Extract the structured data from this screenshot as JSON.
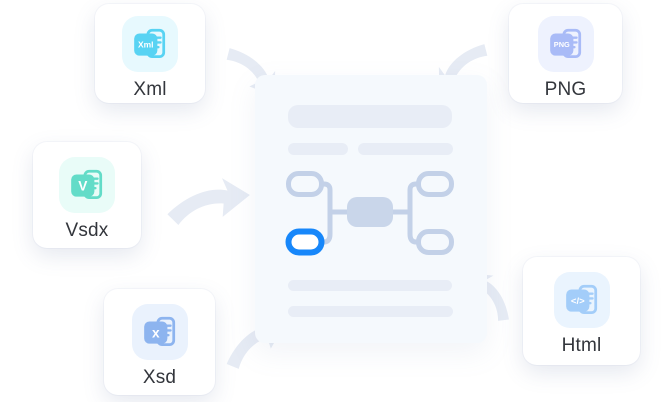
{
  "cards": [
    {
      "id": "xml",
      "label": "Xml",
      "icon_text": "Xml",
      "tile_bg": "#e7f9fe",
      "icon_color": "#58d3f3"
    },
    {
      "id": "png",
      "label": "PNG",
      "icon_text": "PNG",
      "tile_bg": "#eef2fe",
      "icon_color": "#a9bbf7"
    },
    {
      "id": "vsdx",
      "label": "Vsdx",
      "icon_text": "V",
      "tile_bg": "#e9fcf8",
      "icon_color": "#63dcc8"
    },
    {
      "id": "xsd",
      "label": "Xsd",
      "icon_text": "x",
      "tile_bg": "#eaf2fd",
      "icon_color": "#8db4ef"
    },
    {
      "id": "html",
      "label": "Html",
      "icon_text": "</>",
      "tile_bg": "#eaf4fe",
      "icon_color": "#a3cdf9"
    }
  ],
  "colors": {
    "background": "#ffffff",
    "card_bg": "#ffffff",
    "label_text": "#33363c",
    "arrow": "#e6ebf4",
    "doc_bg": "#f5f9fd",
    "doc_bar": "#e8edf6",
    "diagram_line": "#c3d1e8",
    "diagram_fill": "#c9d6ea",
    "highlight": "#1787fa"
  }
}
